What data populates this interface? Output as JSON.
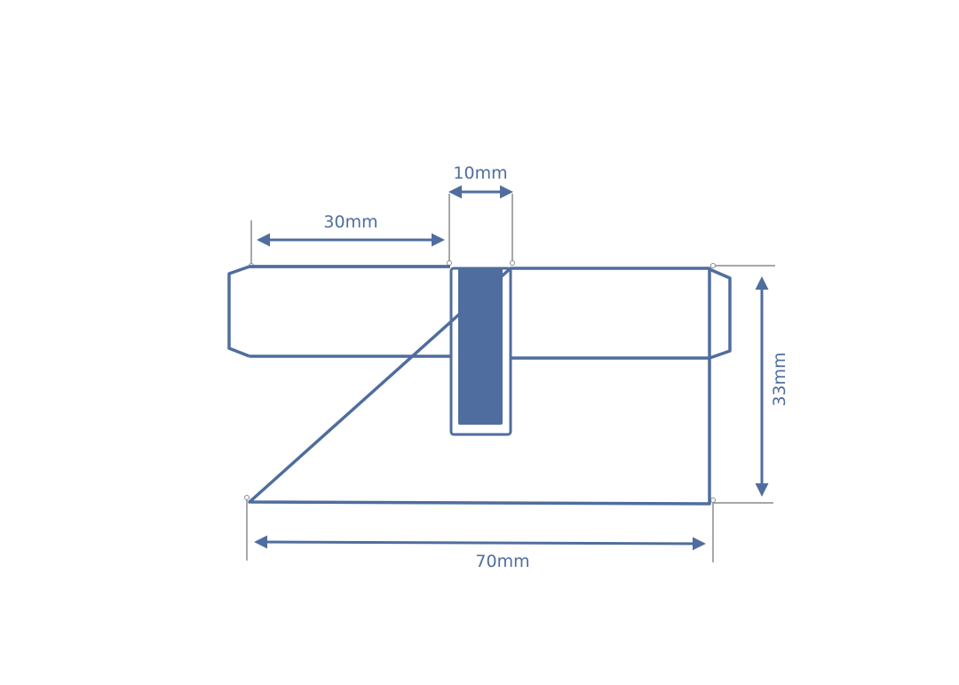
{
  "colors": {
    "outline": "#4f6d9e",
    "fill": "#4f6d9e",
    "extension_line": "#8a8a8a",
    "background": "#ffffff"
  },
  "dimensions": {
    "cam_width": "10mm",
    "offset": "30mm",
    "height": "33mm",
    "overall_length": "70mm"
  }
}
